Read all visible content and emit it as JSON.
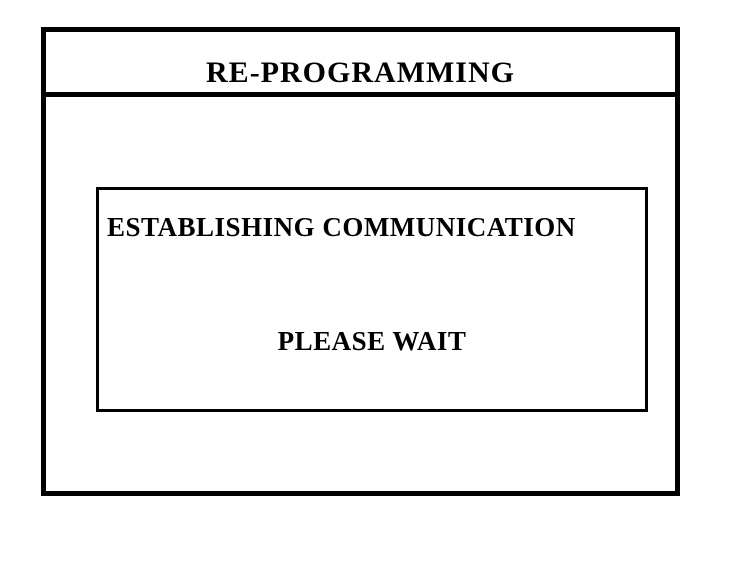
{
  "screen": {
    "title": "RE-PROGRAMMING",
    "message_box": {
      "line1": "ESTABLISHING COMMUNICATION",
      "line2": "PLEASE WAIT"
    },
    "colors": {
      "foreground": "#000000",
      "background": "#ffffff"
    }
  }
}
